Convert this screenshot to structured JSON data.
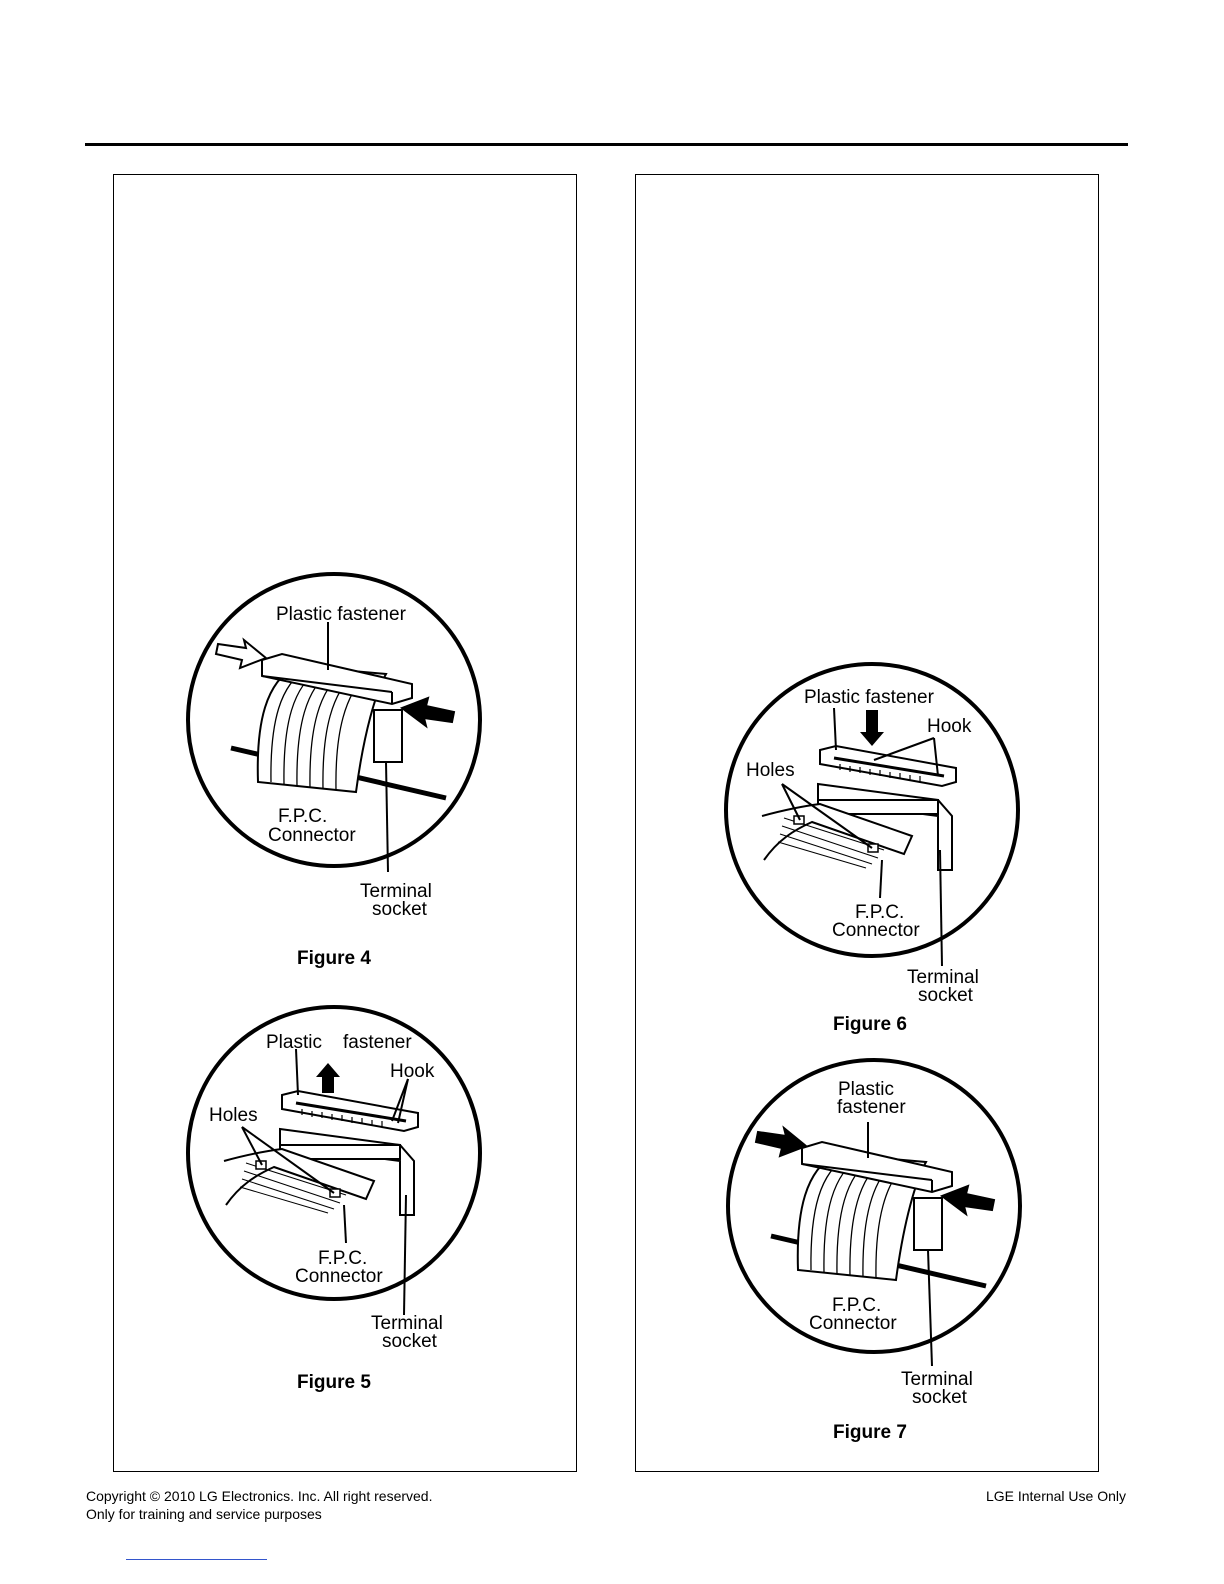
{
  "figures": {
    "fig4": {
      "label_plastic_fastener": "Plastic fastener",
      "label_fpc_line1": "F.P.C.",
      "label_fpc_line2": "Connector",
      "label_terminal_line1": "Terminal",
      "label_terminal_line2": "socket",
      "caption": "Figure 4"
    },
    "fig5": {
      "label_plastic": "Plastic",
      "label_fastener": "fastener",
      "label_hook": "Hook",
      "label_holes": "Holes",
      "label_fpc_line1": "F.P.C.",
      "label_fpc_line2": "Connector",
      "label_terminal_line1": "Terminal",
      "label_terminal_line2": "socket",
      "caption": "Figure 5"
    },
    "fig6": {
      "label_plastic_fastener": "Plastic fastener",
      "label_hook": "Hook",
      "label_holes": "Holes",
      "label_fpc_line1": "F.P.C.",
      "label_fpc_line2": "Connector",
      "label_terminal_line1": "Terminal",
      "label_terminal_line2": "socket",
      "caption": "Figure 6"
    },
    "fig7": {
      "label_plastic_line1": "Plastic",
      "label_plastic_line2": "fastener",
      "label_fpc_line1": "F.P.C.",
      "label_fpc_line2": "Connector",
      "label_terminal_line1": "Terminal",
      "label_terminal_line2": "socket",
      "caption": "Figure 7"
    }
  },
  "footer": {
    "copyright": "Copyright © 2010 LG Electronics. Inc. All right reserved.",
    "purpose": "Only for training and service purposes",
    "internal": "LGE Internal Use Only"
  }
}
